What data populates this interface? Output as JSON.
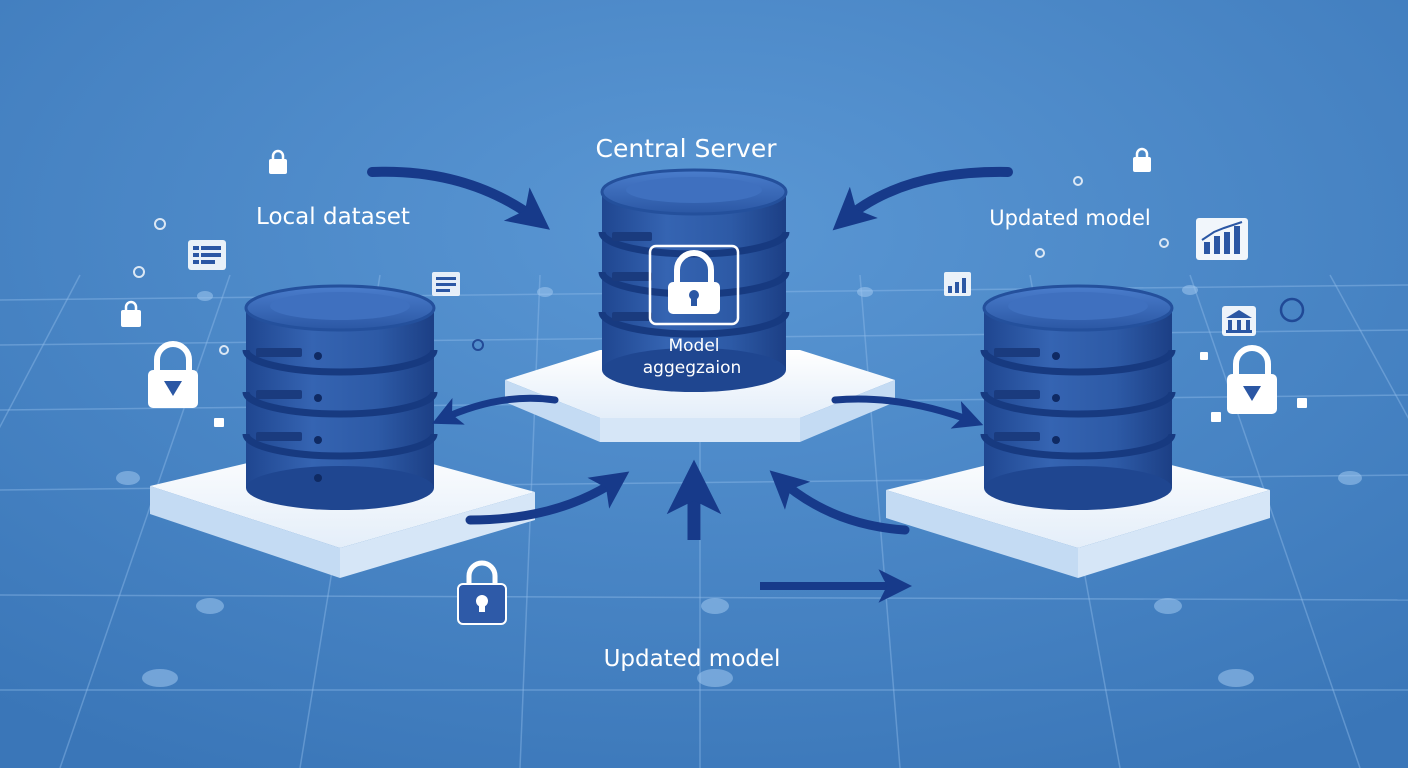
{
  "labels": {
    "central_server": "Central Server",
    "local_dataset": "Local dataset",
    "updated_model_right": "Updated model",
    "updated_model_bottom": "Updated model",
    "model_aggregation_line1": "Model",
    "model_aggregation_line2": "aggegzaion"
  },
  "colors": {
    "background": "#3f7fc2",
    "cylinder_body": "#2e5aa8",
    "cylinder_dark": "#1d3d86",
    "platform": "#eef5fc",
    "arrow": "#173a8a",
    "text": "#ffffff"
  },
  "icons": {
    "main_lock": "padlock-icon",
    "left_lock": "padlock-icon",
    "right_lock": "padlock-icon",
    "bottom_lock": "padlock-icon",
    "small_locks": "padlock-icon",
    "documents": "document-icon",
    "charts": "bar-chart-icon",
    "bank": "bank-icon"
  }
}
